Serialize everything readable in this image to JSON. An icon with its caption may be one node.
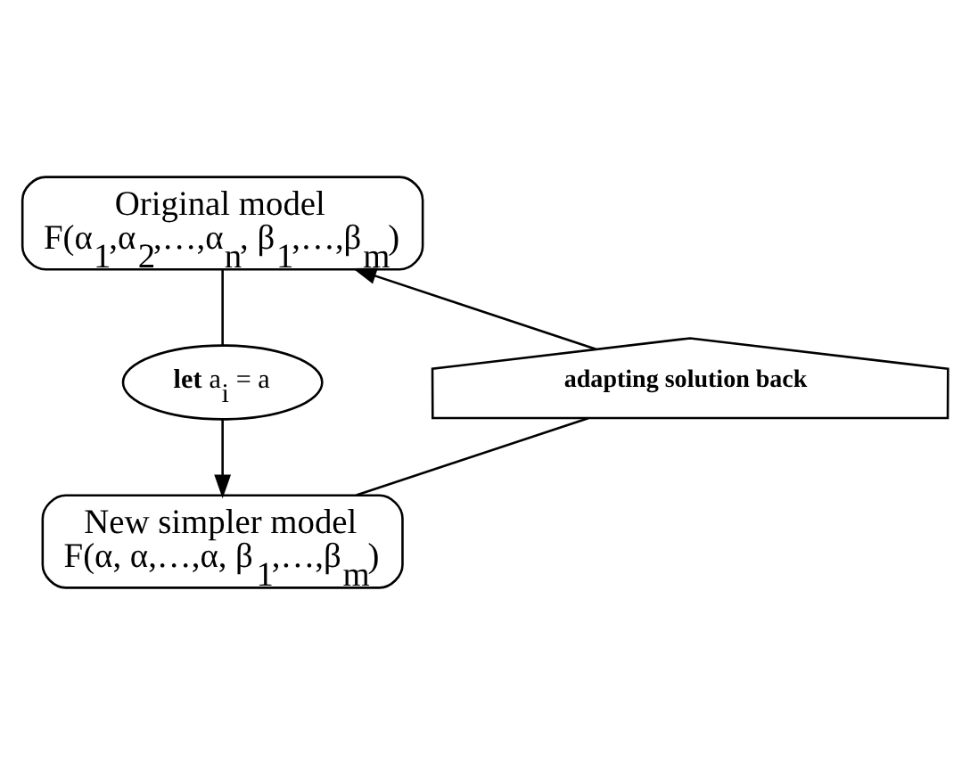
{
  "diagram": {
    "nodes": [
      {
        "text": [
          "Original model",
          "F(α$_{1}$,α$_{2}$,…,α$_{n}$, β$_{1}$,…,β$_{m}$)"
        ]
      },
      {
        "text": [
          "**let** a$_{i}$ = a"
        ]
      },
      {
        "text": [
          "New simpler model",
          "F(α, α,…,α, β$_{1}$,…,β$_{m}$)"
        ]
      },
      {
        "text": [
          "**adapting solution back**"
        ]
      }
    ],
    "edges": [
      {
        "from": 0,
        "to": 1,
        "arrow": "none"
      },
      {
        "from": 1,
        "to": 2,
        "arrow": "to"
      },
      {
        "from": 2,
        "to": 3,
        "arrow": "none"
      },
      {
        "from": 3,
        "to": 0,
        "arrow": "to"
      }
    ]
  }
}
